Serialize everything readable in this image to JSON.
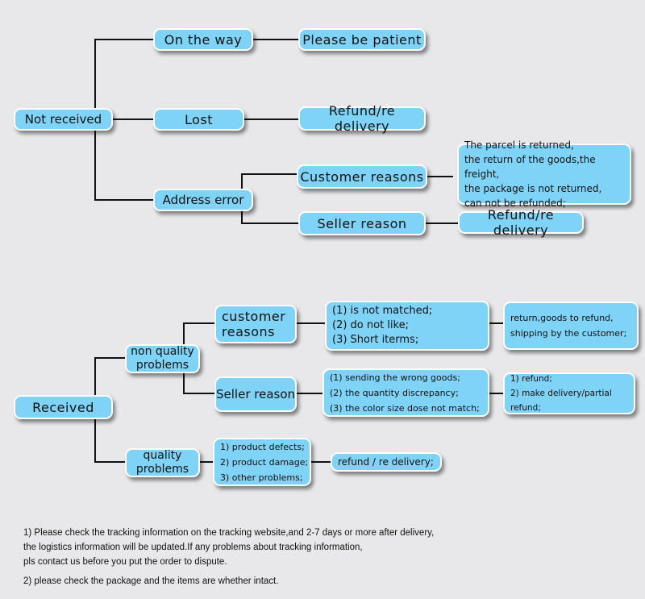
{
  "section1": {
    "root": "Not received",
    "on_the_way": "On the way",
    "please_be_patient": "Please be patient",
    "lost": "Lost",
    "refund_lost": "Refund/re delivery",
    "address_error": "Address error",
    "customer_reasons": "Customer reasons",
    "customer_reasons_result": "The parcel is returned,\nthe return of the goods,the freight,\nthe package is not returned,\ncan not be refunded;",
    "seller_reason": "Seller reason",
    "seller_reason_result": "Refund/re delivery"
  },
  "section2": {
    "root": "Received",
    "non_quality": "non quality\nproblems",
    "customer_reasons": "customer\nreasons",
    "customer_reasons_detail": "(1) is not matched;\n(2) do not like;\n(3) Short iterms;",
    "customer_reasons_result": "return,goods to refund,\nshipping by the customer;",
    "seller_reason": "Seller reason",
    "seller_reason_detail": "(1) sending the wrong goods;\n(2) the quantity discrepancy;\n(3) the color size dose not match;",
    "seller_reason_result": "1) refund;\n2) make delivery/partial refund;",
    "quality": "quality\nproblems",
    "quality_detail": "1) product defects;\n2) product damage;\n3) other problems;",
    "quality_result": "refund / re delivery;"
  },
  "notes": {
    "note1": "1) Please check the tracking information on the tracking website,and 2-7 days or more after delivery,\n    the logistics information will be updated.If any problems about tracking information,\n    pls contact us before you put the order to dispute.",
    "note2": "2) please check the package and the items are whether intact."
  },
  "colors": {
    "box_fill": "#7fd3f7",
    "box_border": "#ffffff",
    "connector": "#111111",
    "background": "#e8e8ea"
  }
}
